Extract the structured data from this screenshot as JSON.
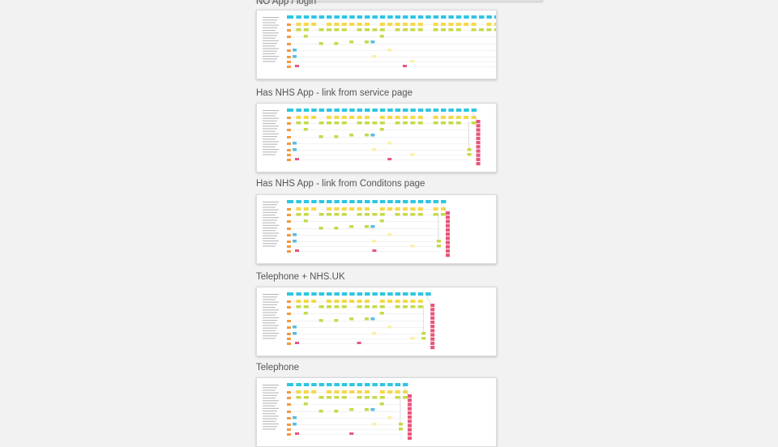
{
  "frames": [
    {
      "title": "NO App / login",
      "cols": 28,
      "rows": 9
    },
    {
      "title": "Has NHS App - link from service page",
      "cols": 24,
      "rows": 9
    },
    {
      "title": "Has NHS App - link from Conditons page",
      "cols": 20,
      "rows": 9
    },
    {
      "title": "Telephone + NHS.UK",
      "cols": 18,
      "rows": 9
    },
    {
      "title": "Telephone",
      "cols": 15,
      "rows": 9
    }
  ],
  "colors": {
    "background": "#f2f2f2",
    "card": "#ffffff",
    "header_cyan": "#2fc6e0",
    "sticky_yellow": "#f6d94a",
    "sticky_lime": "#c6d94a",
    "sticky_orange": "#f39a3d",
    "sticky_pink": "#e8557a",
    "sticky_blue": "#56bde8",
    "title_text": "#555555"
  }
}
